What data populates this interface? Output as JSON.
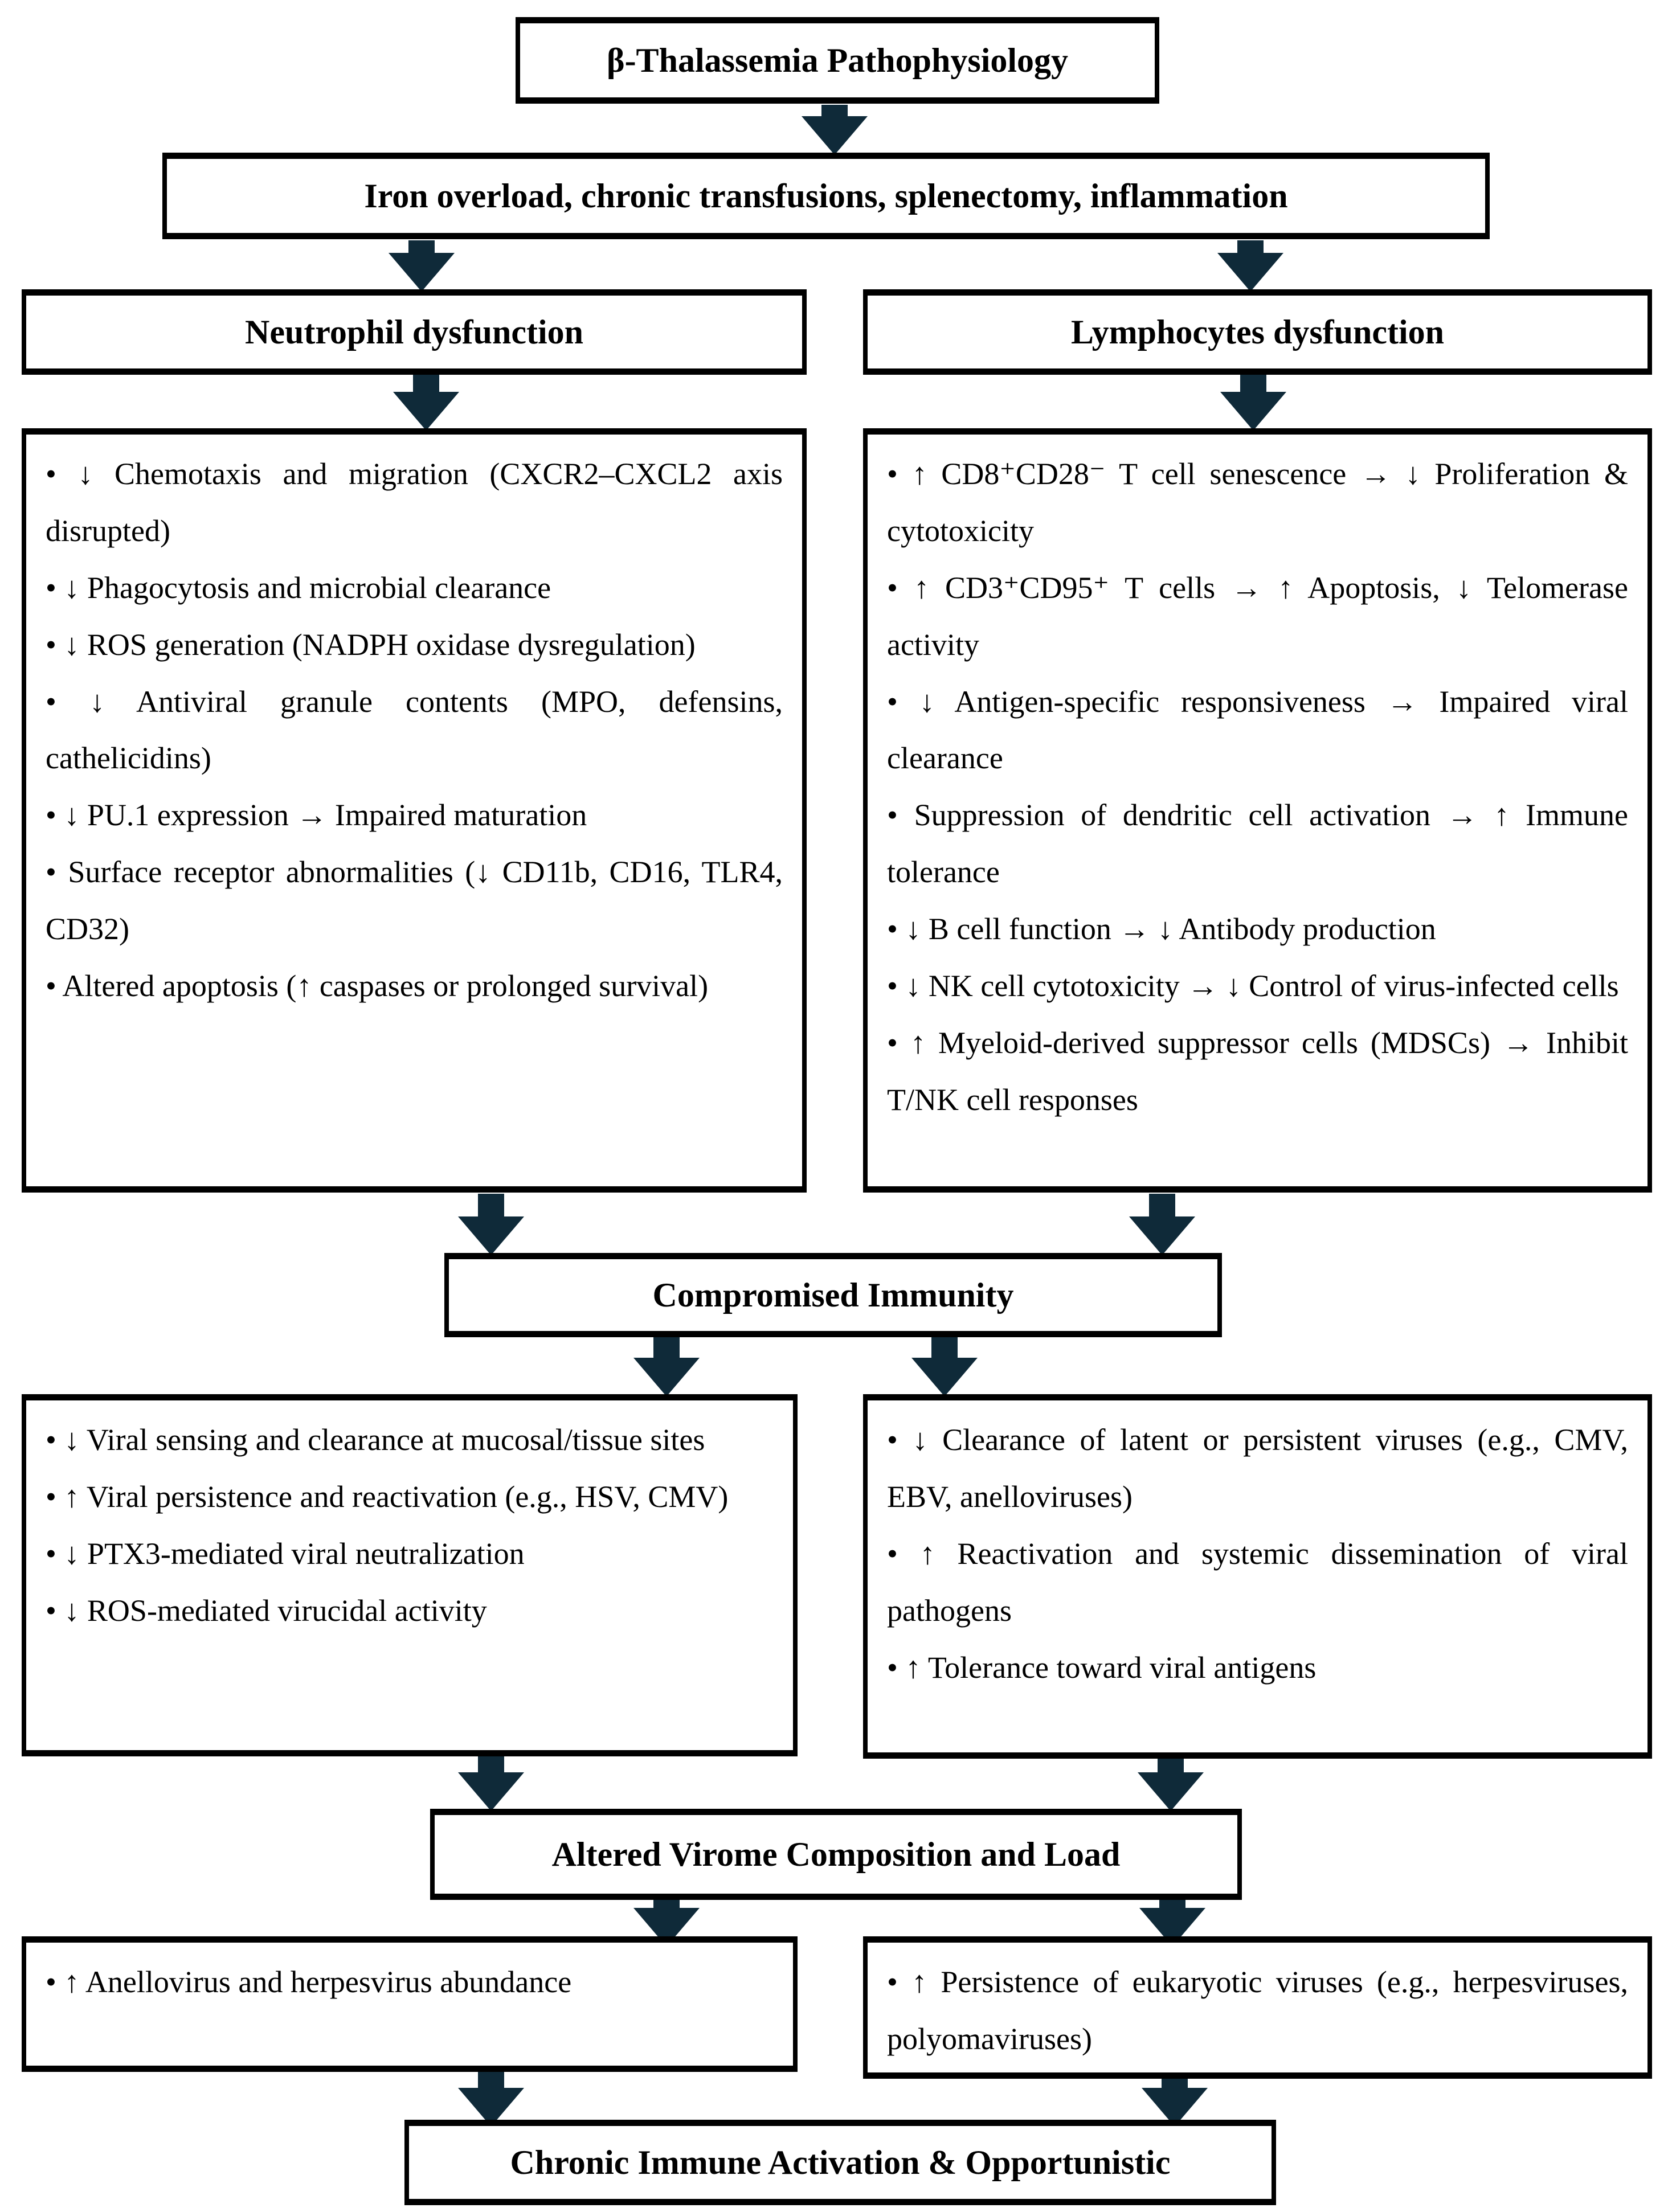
{
  "theme": {
    "background": "#ffffff",
    "box_fill": "#ffffff",
    "border_color": "#000000",
    "text_color": "#000000",
    "arrow_color": "#0f2a39"
  },
  "flowchart": {
    "title_box": {
      "label": "β-Thalassemia Pathophysiology"
    },
    "factors_box": {
      "label": "Iron overload, chronic transfusions, splenectomy, inflammation"
    },
    "neutrophil": {
      "header": "Neutrophil dysfunction",
      "bullets": [
        "• ↓ Chemotaxis and migration (CXCR2–CXCL2 axis disrupted)",
        "• ↓ Phagocytosis and microbial clearance",
        "• ↓ ROS generation (NADPH oxidase dysregulation)",
        "• ↓ Antiviral granule contents (MPO, defensins, cathelicidins)",
        "• ↓ PU.1 expression → Impaired maturation",
        "• Surface receptor abnormalities (↓ CD11b, CD16, TLR4, CD32)",
        "• Altered apoptosis (↑ caspases or prolonged survival)"
      ]
    },
    "lymphocyte": {
      "header": "Lymphocytes dysfunction",
      "bullets": [
        "• ↑ CD8⁺CD28⁻ T cell senescence → ↓ Proliferation & cytotoxicity",
        "• ↑ CD3⁺CD95⁺ T cells → ↑ Apoptosis, ↓ Telomerase activity",
        "• ↓ Antigen-specific responsiveness → Impaired viral clearance",
        "• Suppression of dendritic cell activation → ↑ Immune tolerance",
        "• ↓ B cell function → ↓ Antibody production",
        "• ↓ NK cell cytotoxicity → ↓ Control of virus-infected cells",
        "• ↑ Myeloid-derived suppressor cells (MDSCs) → Inhibit T/NK cell responses"
      ]
    },
    "compromised_box": {
      "label": "Compromised Immunity"
    },
    "viral_left": {
      "bullets": [
        "• ↓ Viral sensing and clearance at mucosal/tissue sites",
        "• ↑ Viral persistence and reactivation (e.g., HSV, CMV)",
        "• ↓ PTX3-mediated viral neutralization",
        "• ↓ ROS-mediated virucidal activity"
      ]
    },
    "viral_right": {
      "bullets": [
        "• ↓ Clearance of latent or persistent viruses (e.g., CMV, EBV, anelloviruses)",
        "• ↑ Reactivation and systemic dissemination of viral pathogens",
        "• ↑ Tolerance toward viral antigens"
      ]
    },
    "virome_box": {
      "label": "Altered Virome Composition and Load"
    },
    "anellovirus_box": {
      "bullets": [
        "• ↑ Anellovirus and herpesvirus abundance"
      ]
    },
    "eukaryotic_box": {
      "bullets": [
        "• ↑ Persistence of eukaryotic viruses (e.g., herpesviruses, polyomaviruses)"
      ]
    },
    "chronic_box": {
      "label": "Chronic Immune Activation & Opportunistic"
    }
  }
}
